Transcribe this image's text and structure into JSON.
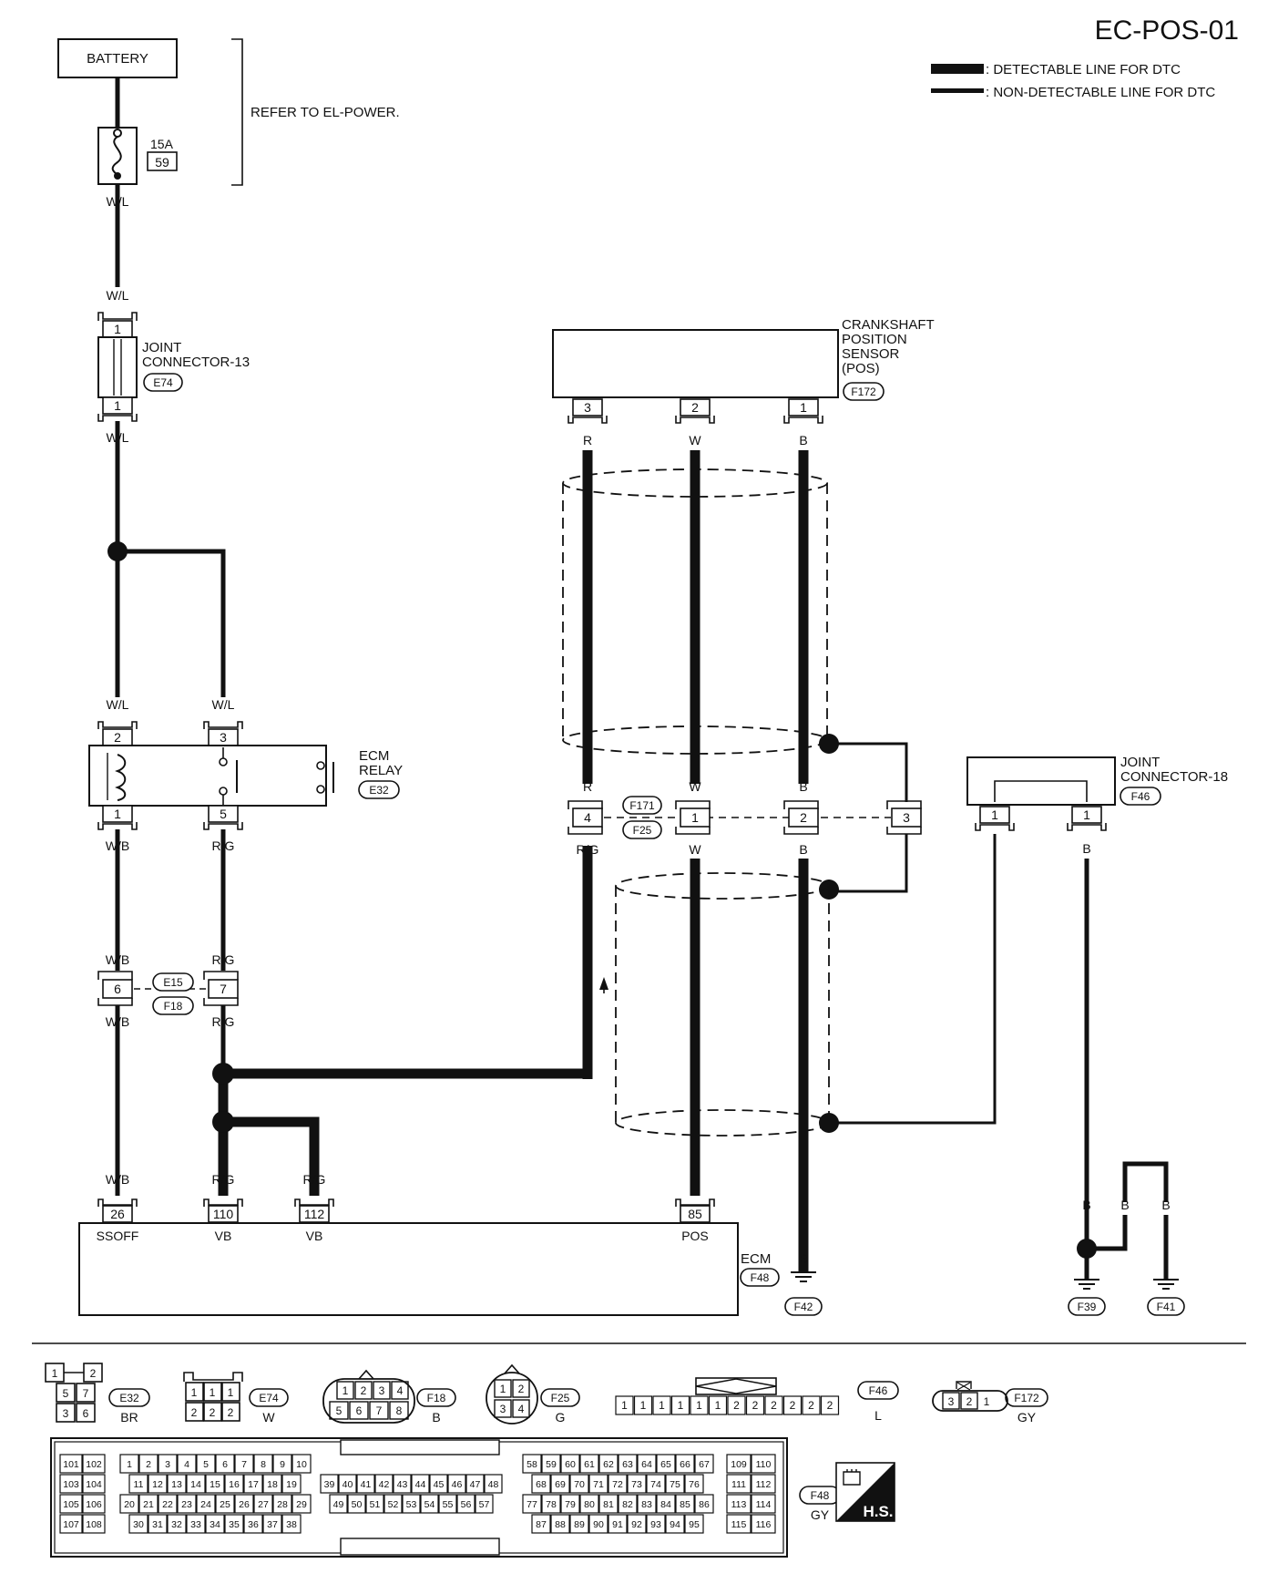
{
  "diagram_id": "EC-POS-01",
  "legend": {
    "detectable": ": DETECTABLE LINE FOR DTC",
    "non_detectable": ": NON-DETECTABLE LINE FOR DTC"
  },
  "power": {
    "battery": "BATTERY",
    "fuse_amp": "15A",
    "fuse_no": "59",
    "refer": "REFER TO EL-POWER."
  },
  "wires": {
    "wl": "W/L",
    "wb": "W/B",
    "rg": "R/G",
    "r": "R",
    "w": "W",
    "b": "B"
  },
  "joint13": {
    "name_line1": "JOINT",
    "name_line2": "CONNECTOR-13",
    "code": "E74",
    "pin_top": "1",
    "pin_bottom": "1"
  },
  "ecm_relay": {
    "name_line1": "ECM",
    "name_line2": "RELAY",
    "code": "E32",
    "pins": [
      "2",
      "3",
      "1",
      "5"
    ]
  },
  "ckp": {
    "name_lines": [
      "CRANKSHAFT",
      "POSITION",
      "SENSOR",
      "(POS)"
    ],
    "code": "F172",
    "pins": [
      "3",
      "2",
      "1"
    ]
  },
  "inline_f171": {
    "codes": [
      "F171",
      "F25"
    ],
    "pins": [
      "4",
      "1",
      "2",
      "3"
    ]
  },
  "inline_e15": {
    "codes": [
      "E15",
      "F18"
    ],
    "pins": [
      "6",
      "7"
    ]
  },
  "joint18": {
    "name_line1": "JOINT",
    "name_line2": "CONNECTOR-18",
    "code": "F46",
    "pins": [
      "1",
      "1"
    ]
  },
  "ecm": {
    "name": "ECM",
    "code": "F48",
    "pins": [
      "26",
      "110",
      "112",
      "85"
    ],
    "pin_names": [
      "SSOFF",
      "VB",
      "VB",
      "POS"
    ]
  },
  "grounds": [
    "F42",
    "F39",
    "F41"
  ],
  "face_views": {
    "e32": {
      "code": "E32",
      "color": "BR",
      "pins": [
        "1",
        "2",
        "5",
        "7",
        "3",
        "6"
      ]
    },
    "e74": {
      "code": "E74",
      "color": "W",
      "pins": [
        "1",
        "1",
        "1",
        "2",
        "2",
        "2"
      ]
    },
    "f18": {
      "code": "F18",
      "color": "B",
      "pins": [
        "1",
        "2",
        "3",
        "4",
        "5",
        "6",
        "7",
        "8"
      ]
    },
    "f25": {
      "code": "F25",
      "color": "G",
      "pins": [
        "1",
        "2",
        "3",
        "4"
      ]
    },
    "f46": {
      "code": "F46",
      "color": "L",
      "pins": [
        "1",
        "1",
        "1",
        "1",
        "1",
        "1",
        "2",
        "2",
        "2",
        "2",
        "2",
        "2"
      ]
    },
    "f172": {
      "code": "F172",
      "color": "GY",
      "pins": [
        "3",
        "2",
        "1"
      ]
    },
    "f48": {
      "code": "F48",
      "color": "GY",
      "hs": "H.S.",
      "left_pairs": [
        [
          "101",
          "102"
        ],
        [
          "103",
          "104"
        ],
        [
          "105",
          "106"
        ],
        [
          "107",
          "108"
        ]
      ],
      "rows1": [
        [
          "1",
          "2",
          "3",
          "4",
          "5",
          "6",
          "7",
          "8",
          "9",
          "10"
        ],
        [
          "11",
          "12",
          "13",
          "14",
          "15",
          "16",
          "17",
          "18",
          "19"
        ],
        [
          "20",
          "21",
          "22",
          "23",
          "24",
          "25",
          "26",
          "27",
          "28",
          "29"
        ],
        [
          "30",
          "31",
          "32",
          "33",
          "34",
          "35",
          "36",
          "37",
          "38"
        ]
      ],
      "rows2": [
        [
          "39",
          "40",
          "41",
          "42",
          "43",
          "44",
          "45",
          "46",
          "47",
          "48"
        ],
        [
          "49",
          "50",
          "51",
          "52",
          "53",
          "54",
          "55",
          "56",
          "57"
        ]
      ],
      "rows3": [
        [
          "58",
          "59",
          "60",
          "61",
          "62",
          "63",
          "64",
          "65",
          "66",
          "67"
        ],
        [
          "68",
          "69",
          "70",
          "71",
          "72",
          "73",
          "74",
          "75",
          "76"
        ],
        [
          "77",
          "78",
          "79",
          "80",
          "81",
          "82",
          "83",
          "84",
          "85",
          "86"
        ],
        [
          "87",
          "88",
          "89",
          "90",
          "91",
          "92",
          "93",
          "94",
          "95"
        ]
      ],
      "right_pairs": [
        [
          "109",
          "110"
        ],
        [
          "111",
          "112"
        ],
        [
          "113",
          "114"
        ],
        [
          "115",
          "116"
        ]
      ]
    }
  }
}
